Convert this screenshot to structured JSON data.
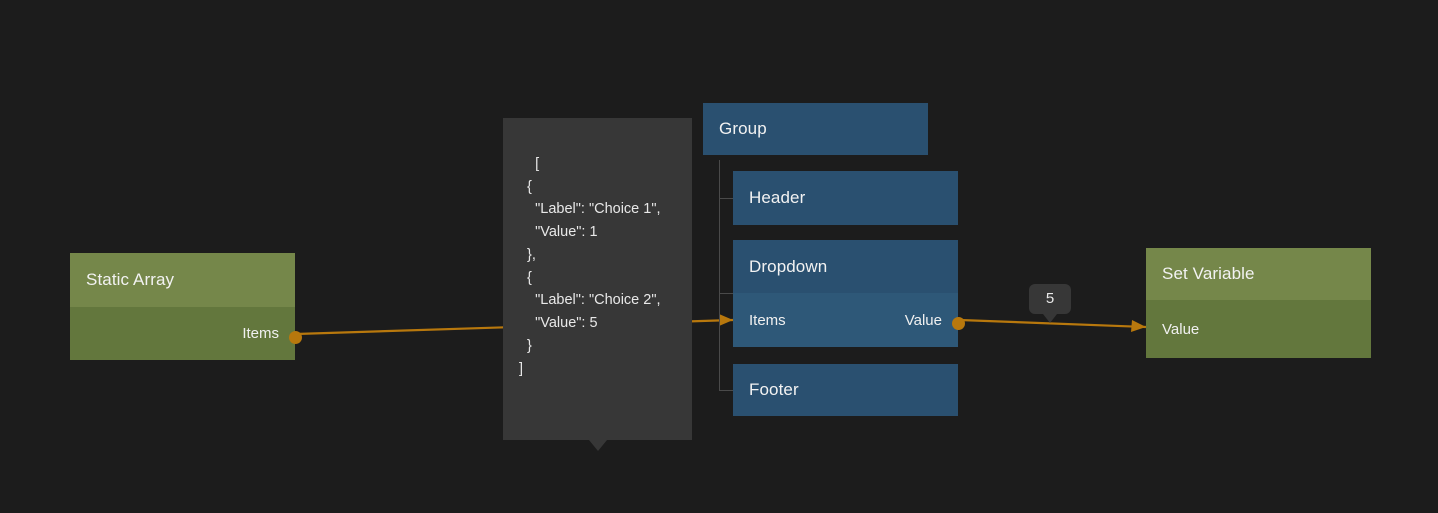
{
  "canvas": {
    "background": "#1c1c1c",
    "edge_color": "#b8780d",
    "green_header_color": "#75874a",
    "green_body_color": "#63773d",
    "blue_header_color": "#2a5070",
    "blue_body_color": "#2e5878",
    "tooltip_color": "#373737",
    "tree_line_color": "#4a4a4a"
  },
  "nodes": {
    "static_array": {
      "title": "Static Array",
      "output_port_label": "Items"
    },
    "group": {
      "title": "Group"
    },
    "header": {
      "title": "Header"
    },
    "dropdown": {
      "title": "Dropdown",
      "input_port_label": "Items",
      "output_port_label": "Value"
    },
    "footer": {
      "title": "Footer"
    },
    "set_variable": {
      "title": "Set Variable",
      "input_port_label": "Value"
    }
  },
  "tooltips": {
    "items_json": "[\n  {\n    \"Label\": \"Choice 1\",\n    \"Value\": 1\n  },\n  {\n    \"Label\": \"Choice 2\",\n    \"Value\": 5\n  }\n]",
    "value_badge": "5"
  }
}
